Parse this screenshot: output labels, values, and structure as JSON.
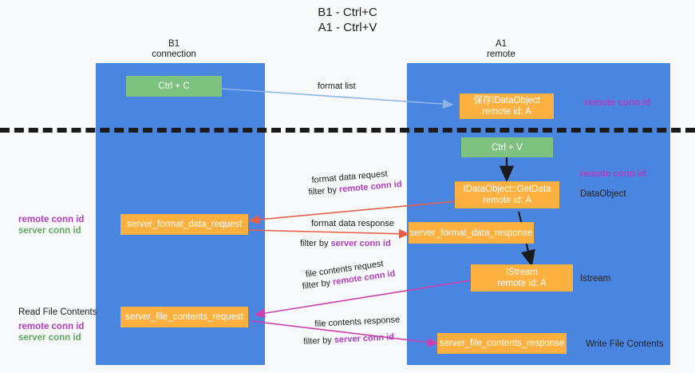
{
  "title": {
    "line1": "B1 - Ctrl+C",
    "line2": "A1 - Ctrl+V"
  },
  "columns": [
    {
      "name": "B1",
      "sub": "connection"
    },
    {
      "name": "A1",
      "sub": "remote"
    }
  ],
  "boxes": {
    "ctrl_c": "Ctrl + C",
    "ctrl_v": "Ctrl + V",
    "save_idataobject_l1": "保存IDataObject",
    "save_idataobject_l2": "remote id: A",
    "getdata_l1": "IDataObject::GetData",
    "getdata_l2": "remote id: A",
    "istream_l1": "IStream",
    "istream_l2": "remote id: A",
    "server_format_data_request": "server_format_data_request",
    "server_format_data_response": "server_format_data_response",
    "server_file_contents_request": "server_file_contents_request",
    "server_file_contents_response": "server_file_contents_response"
  },
  "edges": {
    "format_list": "format list",
    "format_data_request": "format data request",
    "format_data_request_filter_prefix": "filter by ",
    "format_data_request_filter_key": "remote conn id",
    "format_data_response": "format data response",
    "format_data_response_filter_prefix": "filter by ",
    "format_data_response_filter_key": "server conn id",
    "file_contents_request": "file contents request",
    "file_contents_request_filter_prefix": "filter by ",
    "file_contents_request_filter_key": "remote conn id",
    "file_contents_response": "file contents response",
    "file_contents_response_filter_prefix": "filter by ",
    "file_contents_response_filter_key": "server conn id"
  },
  "annotations": {
    "right_remote_conn_id_top": "remote conn id",
    "right_remote_conn_id_mid": "remote conn id",
    "right_dataobject": "DataObject",
    "right_istream": "Istream",
    "right_write_file_contents": "Write File Contents",
    "left_remote_conn_id_mid": "remote conn id",
    "left_server_conn_id_mid": "server conn id",
    "left_read_file_contents": "Read File Contents",
    "left_remote_conn_id_bottom": "remote conn id",
    "left_server_conn_id_bottom": "server conn id"
  },
  "colors": {
    "lane": "#4a86e0",
    "green_box": "#7dc37f",
    "orange_box": "#fbb040",
    "purple": "#b03ec1",
    "green_text": "#5fa95f",
    "red_arrow": "#e8604c",
    "blue_arrow": "#8ab6e8",
    "magenta_arrow": "#cf3fb0",
    "black_arrow": "#1b1b1b",
    "background": "#f8f9fa"
  }
}
